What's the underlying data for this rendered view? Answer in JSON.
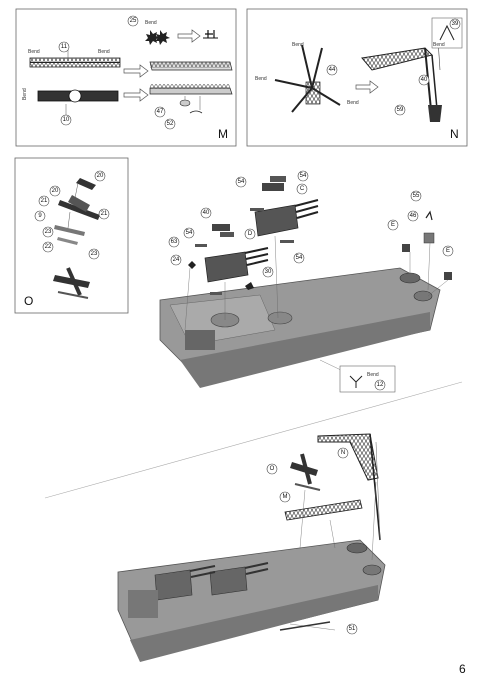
{
  "page_number": "6",
  "bend_text": "Bend",
  "panels": {
    "M": {
      "letter": "M",
      "parts": [
        "25",
        "11",
        "10",
        "47",
        "52"
      ]
    },
    "N": {
      "letter": "N",
      "parts": [
        "39",
        "44",
        "40",
        "59"
      ],
      "inset_label": "Bend"
    },
    "O": {
      "letter": "O",
      "parts": [
        "20",
        "20",
        "21",
        "21",
        "9",
        "23",
        "22",
        "23"
      ]
    }
  },
  "upper_assembly": {
    "parts": [
      "54",
      "54",
      "C",
      "40",
      "D",
      "63",
      "54",
      "54",
      "24",
      "30",
      "55",
      "46",
      "E",
      "E",
      "12"
    ]
  },
  "lower_assembly": {
    "parts": [
      "N",
      "O",
      "M",
      "51"
    ]
  }
}
